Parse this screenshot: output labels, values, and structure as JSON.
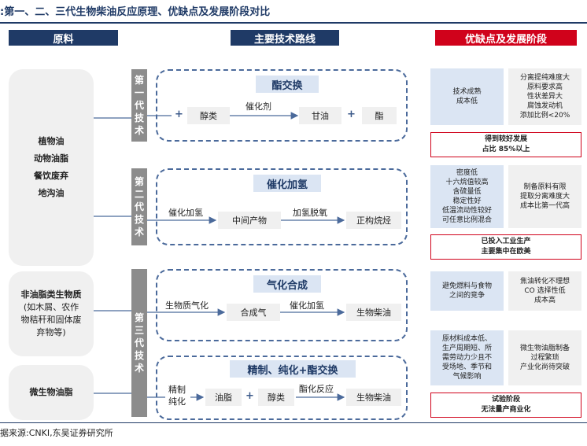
{
  "title": ":第一、二、三代生物柴油反应原理、优缺点及发展阶段对比",
  "headers": {
    "raw": "原料",
    "route": "主要技术路线",
    "pros": "优缺点及发展阶段"
  },
  "feedstocks": {
    "group1": [
      "植物油",
      "动物油脂",
      "餐饮废弃",
      "地沟油"
    ],
    "group2": [
      "非油脂类生物质",
      "(如木屑、农作",
      "物秸秆和固体废",
      "弃物等)"
    ],
    "group3": [
      "微生物油脂"
    ]
  },
  "generations": {
    "gen1": [
      "第",
      "一",
      "代",
      "技",
      "术"
    ],
    "gen2": [
      "第",
      "二",
      "代",
      "技",
      "术"
    ],
    "gen3": [
      "第",
      "三",
      "代",
      "技",
      "术"
    ]
  },
  "route1": {
    "title": "酯交换",
    "plus1": "+",
    "reactant": "醇类",
    "catalyst": "催化剂",
    "product1": "甘油",
    "plus2": "+",
    "product2": "酯"
  },
  "route2": {
    "title": "催化加氢",
    "step1": "催化加氢",
    "mid": "中间产物",
    "step2": "加氢脱氧",
    "product": "正构烷烃"
  },
  "route3": {
    "title": "气化合成",
    "step1": "生物质气化",
    "mid": "合成气",
    "step2": "催化加氢",
    "product": "生物柴油"
  },
  "route4": {
    "title": "精制、纯化+酯交换",
    "step1a": "精制",
    "step1b": "纯化",
    "mid": "油脂",
    "plus": "+",
    "reactant": "醇类",
    "step2": "酯化反应",
    "product": "生物柴油"
  },
  "pros_cons": {
    "r1_pro": [
      "技术成熟",
      "成本低"
    ],
    "r1_con": [
      "分离提纯难度大",
      "原料要求高",
      "性状差异大",
      "腐蚀发动机",
      "添加比例<20%"
    ],
    "r1_status": [
      "得到较好发展",
      "占比 85%以上"
    ],
    "r2_pro": [
      "密度低",
      "十六烷值较高",
      "含硫量低",
      "稳定性好",
      "低温流动性较好",
      "可任意比例混合"
    ],
    "r2_con": [
      "制备原料有限",
      "提取分离难度大",
      "成本比第一代高"
    ],
    "r2_status": [
      "已投入工业生产",
      "主要集中在欧美"
    ],
    "r3_pro": [
      "避免燃料与食物",
      "之间的竞争"
    ],
    "r3_con": [
      "焦油转化不理想",
      "CO 选择性低",
      "成本高"
    ],
    "r4_pro": [
      "原材料成本低、",
      "生产周期短、所",
      "需劳动力少且不",
      "受场地、季节和",
      "气候影响"
    ],
    "r4_con": [
      "微生物油脂制备",
      "过程繁琐",
      "产业化尚待突破"
    ],
    "r4_status": [
      "试验阶段",
      "无法量产商业化"
    ]
  },
  "source": "据来源:CNKI,东吴证券研究所",
  "colors": {
    "navy": "#1f3a66",
    "red": "#d0021b",
    "lightblue": "#dbe5f3",
    "grey": "#8c8c8c",
    "line": "#4b6a9b"
  }
}
